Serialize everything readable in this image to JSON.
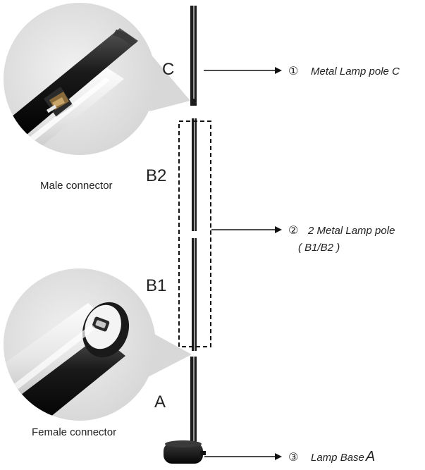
{
  "segments": {
    "c": "C",
    "b2": "B2",
    "b1": "B1",
    "a": "A"
  },
  "connectors": {
    "male": "Male connector",
    "female": "Female connector"
  },
  "callouts": [
    {
      "number": "①",
      "text": "Metal Lamp pole C"
    },
    {
      "number": "②",
      "text": "2 Metal Lamp pole",
      "subtext": "( B1/B2 )"
    },
    {
      "number": "③",
      "text": "Lamp Base",
      "emphasis": "A"
    }
  ],
  "colors": {
    "pole": "#1c1c1c",
    "pole_highlight": "#9a9a9a",
    "circle_bg": "#e3e3e3",
    "dashed_box": "#111111"
  }
}
